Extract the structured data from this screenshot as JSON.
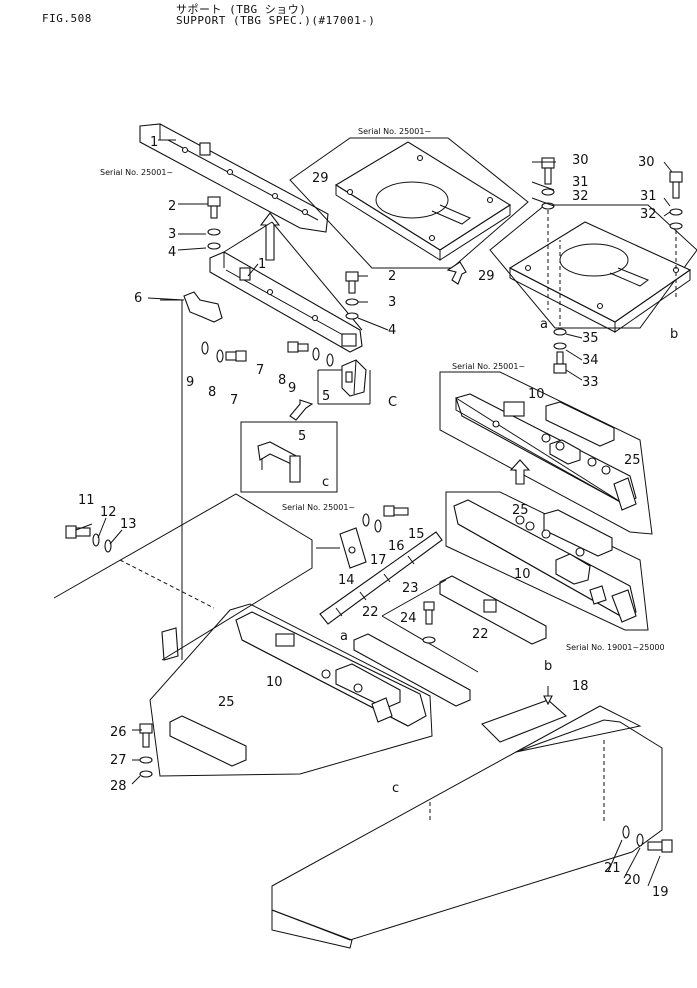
{
  "header": {
    "fig": "FIG.508",
    "jp_title": "サポート (TBG ショウ)",
    "title": "SUPPORT (TBG SPEC.)(#17001-)"
  },
  "serials": {
    "s25001_top_left": "Serial No. 25001~",
    "s25001_top_mid": "Serial No. 25001~",
    "s25001_right": "Serial No. 25001~",
    "s25001_mid": "Serial No. 25001~",
    "s19001": "Serial No. 19001~25000"
  },
  "letters": {
    "a": "a",
    "b": "b",
    "c": "c",
    "C": "C"
  },
  "parts": [
    "1",
    "2",
    "3",
    "4",
    "5",
    "6",
    "7",
    "8",
    "9",
    "10",
    "11",
    "12",
    "13",
    "14",
    "15",
    "16",
    "17",
    "18",
    "19",
    "20",
    "21",
    "22",
    "23",
    "24",
    "25",
    "26",
    "27",
    "28",
    "29",
    "30",
    "31",
    "32",
    "33",
    "34",
    "35"
  ]
}
